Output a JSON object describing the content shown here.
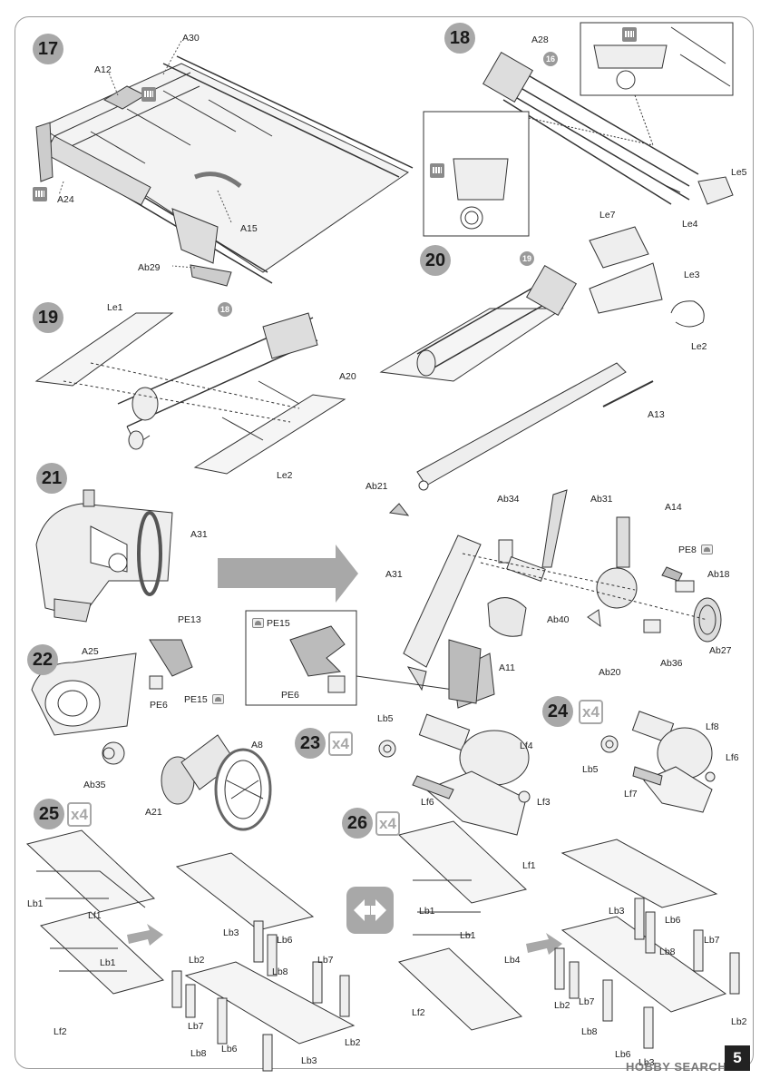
{
  "page_number": "5",
  "watermark": "HOBBY SEARCH",
  "steps": [
    {
      "id": "s17",
      "number": "17"
    },
    {
      "id": "s18",
      "number": "18"
    },
    {
      "id": "s19",
      "number": "19"
    },
    {
      "id": "s20",
      "number": "20"
    },
    {
      "id": "s21",
      "number": "21"
    },
    {
      "id": "s22",
      "number": "22"
    },
    {
      "id": "s23",
      "number": "23",
      "multiplier": "x4"
    },
    {
      "id": "s24",
      "number": "24",
      "multiplier": "x4"
    },
    {
      "id": "s25",
      "number": "25",
      "multiplier": "x4"
    },
    {
      "id": "s26",
      "number": "26",
      "multiplier": "x4"
    }
  ],
  "step_refs": [
    "16",
    "18",
    "19"
  ],
  "labels": {
    "s17": [
      "A30",
      "A12",
      "A24",
      "A15",
      "Ab29"
    ],
    "s18": [
      "A28",
      "Le5",
      "Le4"
    ],
    "s19": [
      "Le1",
      "A20",
      "Le2"
    ],
    "s20": [
      "Le7",
      "Le3",
      "Le2",
      "A13",
      "Ab21"
    ],
    "s21": [
      "A31",
      "PE13",
      "Ab34",
      "Ab31",
      "A14",
      "PE8",
      "Ab18",
      "A31",
      "Ab40",
      "A11",
      "Ab20",
      "Ab36",
      "Ab27"
    ],
    "s22": [
      "A25",
      "PE6",
      "PE15",
      "Ab35",
      "A21",
      "A8",
      "PE15",
      "PE6"
    ],
    "s23": [
      "Lb5",
      "Lf4",
      "Lf6",
      "Lf3"
    ],
    "s24": [
      "Lb5",
      "Lf8",
      "Lf6",
      "Lf7"
    ],
    "s25": [
      "Lb1",
      "Lf1",
      "Lb1",
      "Lf2",
      "Lb2",
      "Lb3",
      "Lb6",
      "Lb7",
      "Lb8",
      "Lb7",
      "Lb8",
      "Lb6",
      "Lb3",
      "Lb2"
    ],
    "s26": [
      "Lf1",
      "Lb1",
      "Lb1",
      "Lb4",
      "Lf2",
      "Lb3",
      "Lb6",
      "Lb7",
      "Lb8",
      "Lb2",
      "Lb7",
      "Lb8",
      "Lb6",
      "Lb3",
      "Lb2"
    ]
  },
  "icons": {
    "glue": "glue-icon",
    "photo_etch": "photo-etch-icon",
    "mirror": "mirror-arrows-icon"
  },
  "colors": {
    "step_badge": "#a8a8a8",
    "arrow": "#a8a8a8",
    "line": "#333333"
  }
}
